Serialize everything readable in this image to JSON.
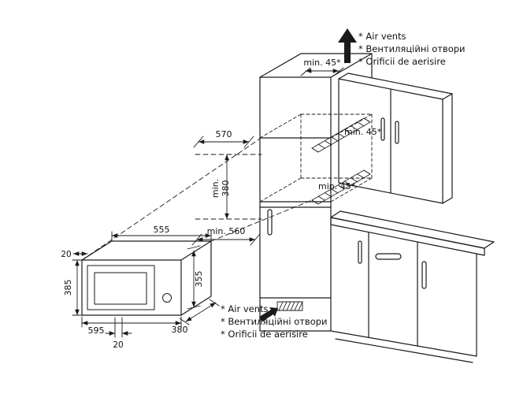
{
  "diagram": {
    "notes": {
      "top": [
        "* Air vents",
        "* Вентиляційні отвори",
        "* Orificii de aerisire"
      ],
      "bottom": [
        "* Air vents",
        "* Вентиляційні отвори",
        "* Orificii de aerisire"
      ]
    },
    "dimensions": {
      "niche_width": "570",
      "niche_height_min": "min.",
      "niche_height_value": "380",
      "niche_depth": "min. 560",
      "top_clearance": "min. 45*",
      "niche_rear_top_vent": "min. 45*",
      "niche_rear_bottom_vent": "min. 45*",
      "appliance_top_width": "555",
      "appliance_total_width": "595",
      "appliance_total_height": "385",
      "appliance_body_height": "355",
      "appliance_depth": "380",
      "appliance_top_offset": "20",
      "appliance_bottom_offset": "20"
    },
    "colors": {
      "line": "#1a1a1a",
      "background": "#ffffff"
    }
  }
}
